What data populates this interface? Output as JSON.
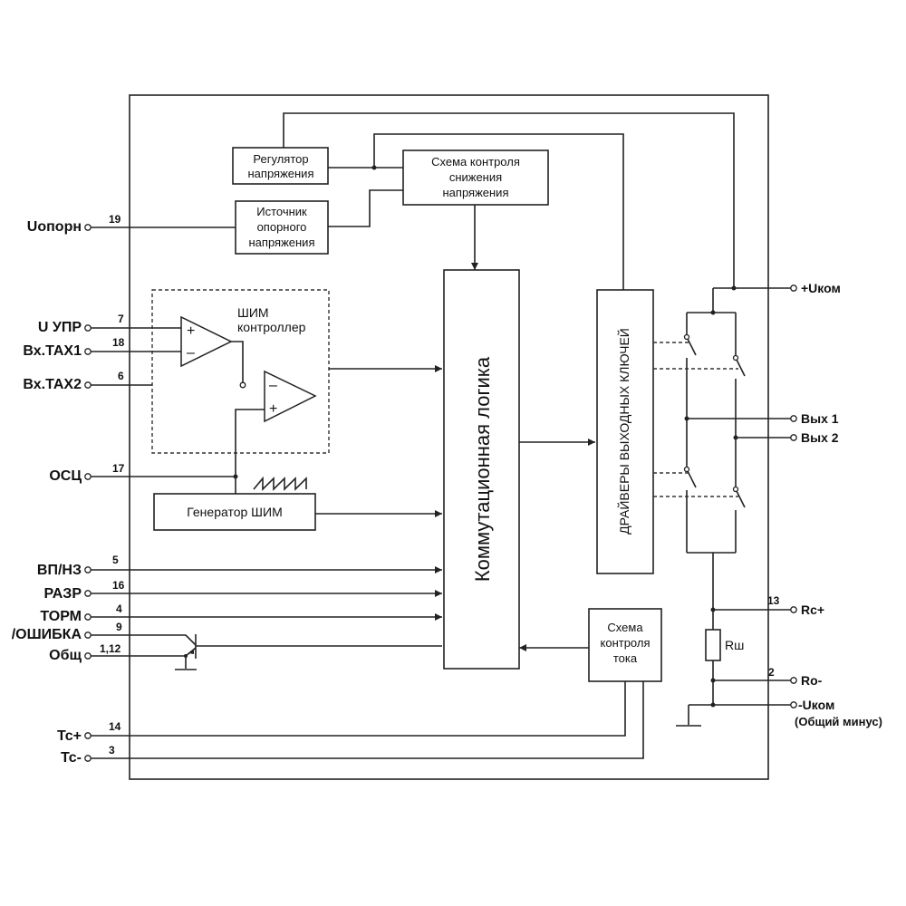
{
  "blocks": {
    "voltage_regulator": [
      "Регулятор",
      "напряжения"
    ],
    "undervoltage": [
      "Схема контроля",
      "снижения",
      "напряжения"
    ],
    "reference_source": [
      "Источник",
      "опорного",
      "напряжения"
    ],
    "pwm_controller": [
      "ШИМ",
      "контроллер"
    ],
    "pwm_generator": "Генератор  ШИМ",
    "commutation_logic": "Коммутационная логика",
    "output_drivers": "ДРАЙВЕРЫ ВЫХОДНЫХ КЛЮЧЕЙ",
    "current_control": [
      "Схема",
      "контроля",
      "тока"
    ],
    "shunt": "Rш"
  },
  "left_pins": [
    {
      "name": "Uопорн",
      "num": "19"
    },
    {
      "name": "U УПР",
      "num": "7"
    },
    {
      "name": "Вх.ТАХ1",
      "num": "18"
    },
    {
      "name": "Вх.ТАХ2",
      "num": "6"
    },
    {
      "name": "ОСЦ",
      "num": "17"
    },
    {
      "name": "ВП/НЗ",
      "num": "5"
    },
    {
      "name": "РАЗР",
      "num": "16"
    },
    {
      "name": "ТОРМ",
      "num": "4"
    },
    {
      "name": "/ОШИБКА",
      "num": "9"
    },
    {
      "name": "Общ",
      "num": "1,12"
    },
    {
      "name": "Тс+",
      "num": "14"
    },
    {
      "name": "Тс-",
      "num": "3"
    }
  ],
  "right_pins": {
    "vcom_plus": "+Uком",
    "out1": "Вых 1",
    "out2": "Вых 2",
    "rc_plus": {
      "name": "Rc+",
      "num": "13"
    },
    "ro_minus": {
      "name": "Ro-",
      "num": "2"
    },
    "vcom_minus": "-Uком",
    "common_minus": "(Общий минус)"
  },
  "opamp_signs": {
    "plus": "+",
    "minus": "–"
  }
}
